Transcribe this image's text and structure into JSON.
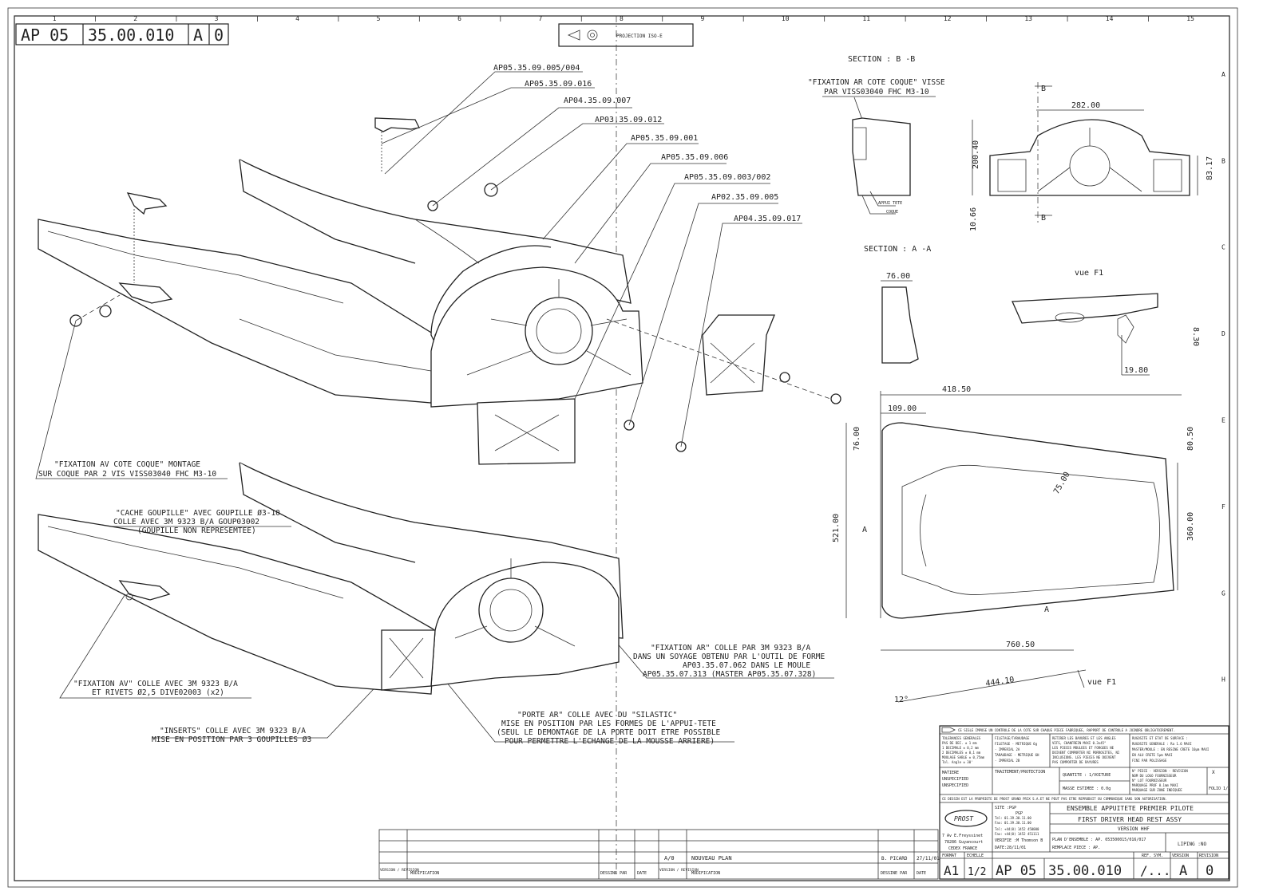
{
  "drawing_number": {
    "prefix": "AP 05",
    "main": "35.00.010",
    "rev": "A",
    "sheet": "0"
  },
  "projection": "PROJECTION ISO-E",
  "column_numbers": [
    "1",
    "2",
    "3",
    "4",
    "5",
    "6",
    "7",
    "8",
    "9",
    "10",
    "11",
    "12",
    "13",
    "14",
    "15"
  ],
  "row_letters": [
    "A",
    "B",
    "C",
    "D",
    "E",
    "F",
    "G",
    "H"
  ],
  "part_callouts": [
    "AP05.35.09.005/004",
    "AP05.35.09.016",
    "AP04.35.09.007",
    "AP03.35.09.012",
    "AP05.35.09.001",
    "AP05.35.09.006",
    "AP05.35.09.003/002",
    "AP02.35.09.005",
    "AP04.35.09.017"
  ],
  "notes": {
    "fix_av_coque": [
      "\"FIXATION AV COTE COQUE\" MONTAGE",
      "SUR COQUE PAR 2 VIS VISS03040 FHC M3-10"
    ],
    "cache_goupille": [
      "\"CACHE GOUPILLE\" AVEC GOUPILLE Ø3-10",
      "COLLE AVEC 3M 9323 B/A GOUP03002",
      "(GOUPILLE NON REPRESEMTEE)"
    ],
    "fix_av": [
      "\"FIXATION AV\" COLLE AVEC 3M 9323 B/A",
      "ET RIVETS Ø2,5 DIVE02003 (x2)"
    ],
    "inserts": [
      "\"INSERTS\" COLLE AVEC 3M 9323 B/A",
      "MISE EN POSITION PAR 3 GOUPILLES Ø3"
    ],
    "porte_ar": [
      "\"PORTE AR\" COLLE AVEC DU \"SILASTIC\"",
      "MISE EN POSITION PAR LES FORMES DE L'APPUI-TETE",
      "(SEUL LE DEMONTAGE DE LA PORTE DOIT ETRE POSSIBLE",
      "POUR PERMETTRE L'ECHANGE DE LA MOUSSE ARRIERE)"
    ],
    "fix_ar": [
      "\"FIXATION AR\" COLLE PAR 3M 9323 B/A",
      "DANS UN SOYAGE OBTENU PAR L'OUTIL DE FORME",
      "AP03.35.07.062 DANS LE MOULE",
      "AP05.35.07.313 (MASTER AP05.35.07.328)"
    ],
    "fix_ar_coque": [
      "\"FIXATION AR COTE COQUE\" VISSE",
      "PAR VISS03040 FHC M3-10"
    ]
  },
  "section_bb": "SECTION : B -B",
  "section_aa": "SECTION : A -A",
  "vue_f1": "vue F1",
  "bb_labels": [
    "APPUI TETE",
    "COQUE",
    "B",
    "B"
  ],
  "dims": {
    "d282": "282.00",
    "d200": "200.40",
    "d83": "83.17",
    "d10": "10.66",
    "d76": "76.00",
    "d8": "8.30",
    "d19": "19.80",
    "d418": "418.50",
    "d109": "109.00",
    "d76b": "76.00",
    "d80": "80.50",
    "d75": "75.00",
    "d521": "521.00",
    "d360": "360.00",
    "d760": "760.50",
    "d444": "444.10",
    "d12": "12°",
    "a1": "A",
    "a2": "A",
    "vf1": "vue F1"
  },
  "title_block": {
    "note_top": "CE SIGLE IMPOSE UN CONTROLE DE LA COTE SUR CHAQUE PIECE FABRIQUEE, RAPPORT DE CONTROLE A JOINDRE OBLIGATOIREMENT.",
    "tolerances": [
      "TOLERANCES GENERALES",
      "PAS DE DEC.  ± 1 mm",
      "1 DECIMALE  ± 0,2 mm",
      "2 DECIMALES ± 0,1 mm",
      "MOULAGE SABLE ± 0,75mm",
      "Tol. Angle  ± 30'"
    ],
    "filetage": [
      "FILETAGE/TARAUDAGE",
      "FILETAGE - METRIQUE 6g",
      "- IMPERIAL 2A",
      "TARAUDAGE - METRIQUE 6H",
      "- IMPERIAL 2B"
    ],
    "bavures": [
      "RETIRER LES BAVURES ET LES ANGLES",
      "VIFS, CHANFREIN MAXI 0.3x45°",
      "LES PIECES MOULEES ET FORGEES NE",
      "DOIVENT COMPORTER NI PORROSITES, NI",
      "INCLUSIONS. LES PIECES NE DOIVENT",
      "PAS COMPORTER DE RAYURES"
    ],
    "rugosite": [
      "RUGOSITE ET ETAT DE SURFACE :",
      "RUGOSITE GENERALE : Ra 1.6 MAXI",
      "MASTER/MOULE : EN RESINE CRETE 10µm MAXI",
      "EN ALU CRETE 5µm MAXI",
      "FINI PAR POLISSAGE"
    ],
    "matiere": [
      "MATIERE",
      "UNSPECIFIED",
      "UNSPECIFIED"
    ],
    "traitement": "TRAITEMENT/PROTECTION",
    "quantite": "QUANTITE : 1/VOITURE",
    "masse": "MASSE ESTIMEE : 0.0g",
    "piece": [
      "N° PIECE - VERSION - REVISION",
      "NOM DU LOGO FOURNISSEUR",
      "N° LOT FOURNISSEUR",
      "MARQUAGE PROF 0.1mm MAXI",
      "MARQUAGE SUR ZONE INDIQUEE"
    ],
    "x": "X",
    "folio": "FOLIO 1/1",
    "propriete": "CE DESSIN EST LA PROPRIETE DE PROST GRAND PRIX S.A.ET NE PEUT PAS ETRE REPRODUIT OU COMMUNIQUE SANS SON AUTORISATION.",
    "site": "SITE :PGP",
    "dessine": "PGP",
    "verifie": "VERIFIE :M Thomson B",
    "date": "DATE:28/11/01",
    "addr": [
      "7 Av E.Freyssinet",
      "78286 Guyancourt",
      "CEDEX FRANCE"
    ],
    "tel": [
      "Tel: 01.39.30.11.00",
      "Fax: 01.39.30.11.00",
      "Tel: +44(0) 1452 450000",
      "Fax: +44(0) 1452 451111"
    ],
    "logo": "PROST",
    "title_fr": "ENSEMBLE APPUITETE PREMIER PILOTE",
    "title_en": "FIRST DRIVER HEAD REST ASSY",
    "version": "VERSION HHF",
    "plan": "PLAN D'ENSEMBLE : AP. 053500015/016/017",
    "remplace": "REMPLACE PIECE : AP.",
    "liping": "LIPING :NO",
    "format_lbl": "FORMAT",
    "format": "A1",
    "echelle_lbl": "ECHELLE",
    "echelle": "1/2",
    "num_prefix": "AP 05",
    "num_main": "35.00.010",
    "ref_lbl": "REF. SYM.",
    "ref": "/...",
    "version_lbl": "VERSION",
    "version_v": "A",
    "revision_lbl": "REVISION",
    "revision_v": "0"
  },
  "revision_block": {
    "row_rev": "A/0",
    "row_mod": "NOUVEAU PLAN",
    "row_by": "B. PICARD",
    "row_date": "27/11/01",
    "hdr_vr": "VERSION / REVISION",
    "hdr_mod": "MODIFICATION",
    "hdr_dessine": "DESSINE PAR",
    "hdr_date": "DATE"
  }
}
